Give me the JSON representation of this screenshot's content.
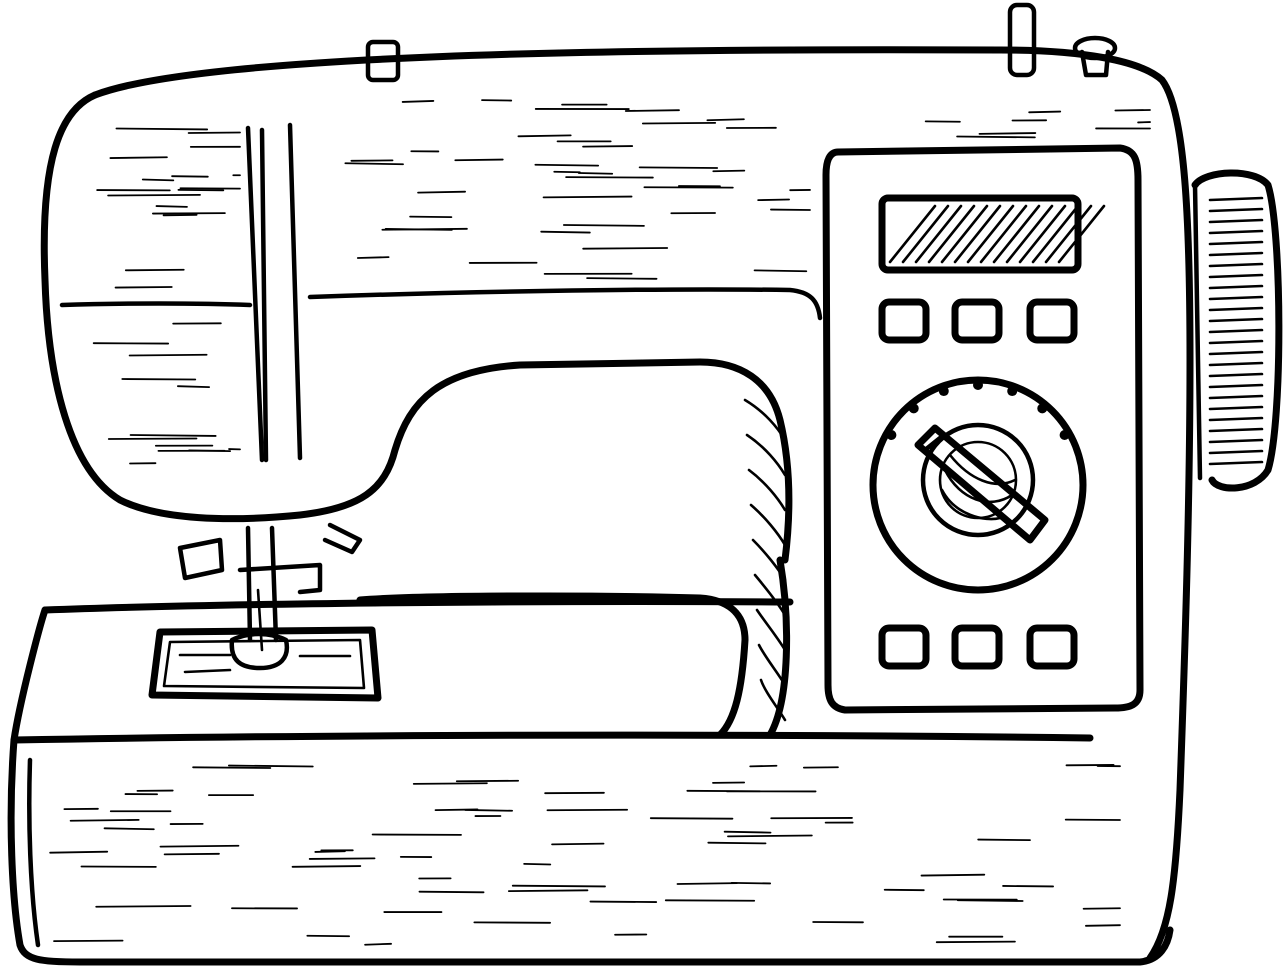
{
  "illustration": {
    "subject": "sewing-machine",
    "style": "black ink line drawing on white",
    "colors": {
      "ink": "#000000",
      "paper": "#ffffff"
    },
    "control_panel": {
      "top_buttons": 3,
      "bottom_buttons": 3,
      "dial_dots": 7
    }
  }
}
